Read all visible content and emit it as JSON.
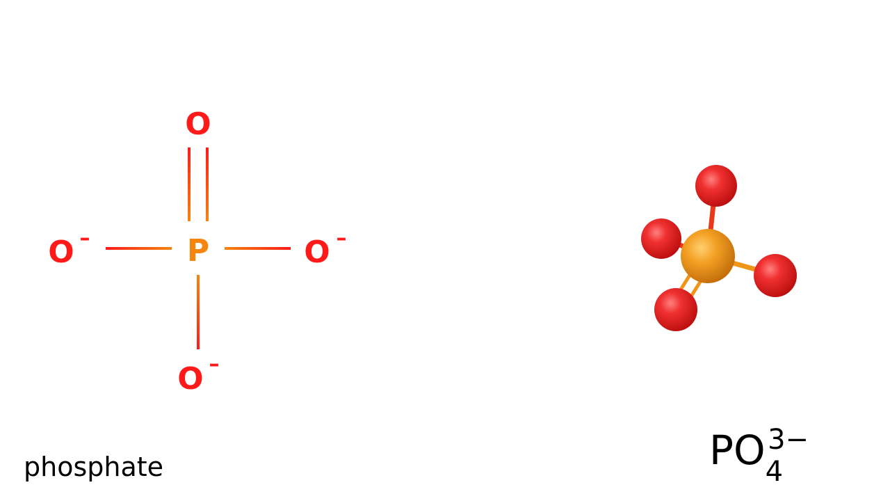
{
  "structural_formula": {
    "center_atom": "P",
    "top_atom": "O",
    "left_atom": "O",
    "right_atom": "O",
    "bottom_atom": "O",
    "charge_symbol": "–",
    "top_bond": "double",
    "side_bonds": "single"
  },
  "ball_and_stick": {
    "center_atom": "P",
    "outer_atom_count": 4,
    "double_bond_count": 1
  },
  "name_label": "phosphate",
  "formula": {
    "element": "PO",
    "subscript": "4",
    "superscript": "3−"
  },
  "colors": {
    "oxygen": "#ff1a1a",
    "phosphorus": "#f5850f",
    "ball_oxygen": "#e81b1b",
    "ball_phosphorus": "#f0a020",
    "text": "#000000"
  }
}
